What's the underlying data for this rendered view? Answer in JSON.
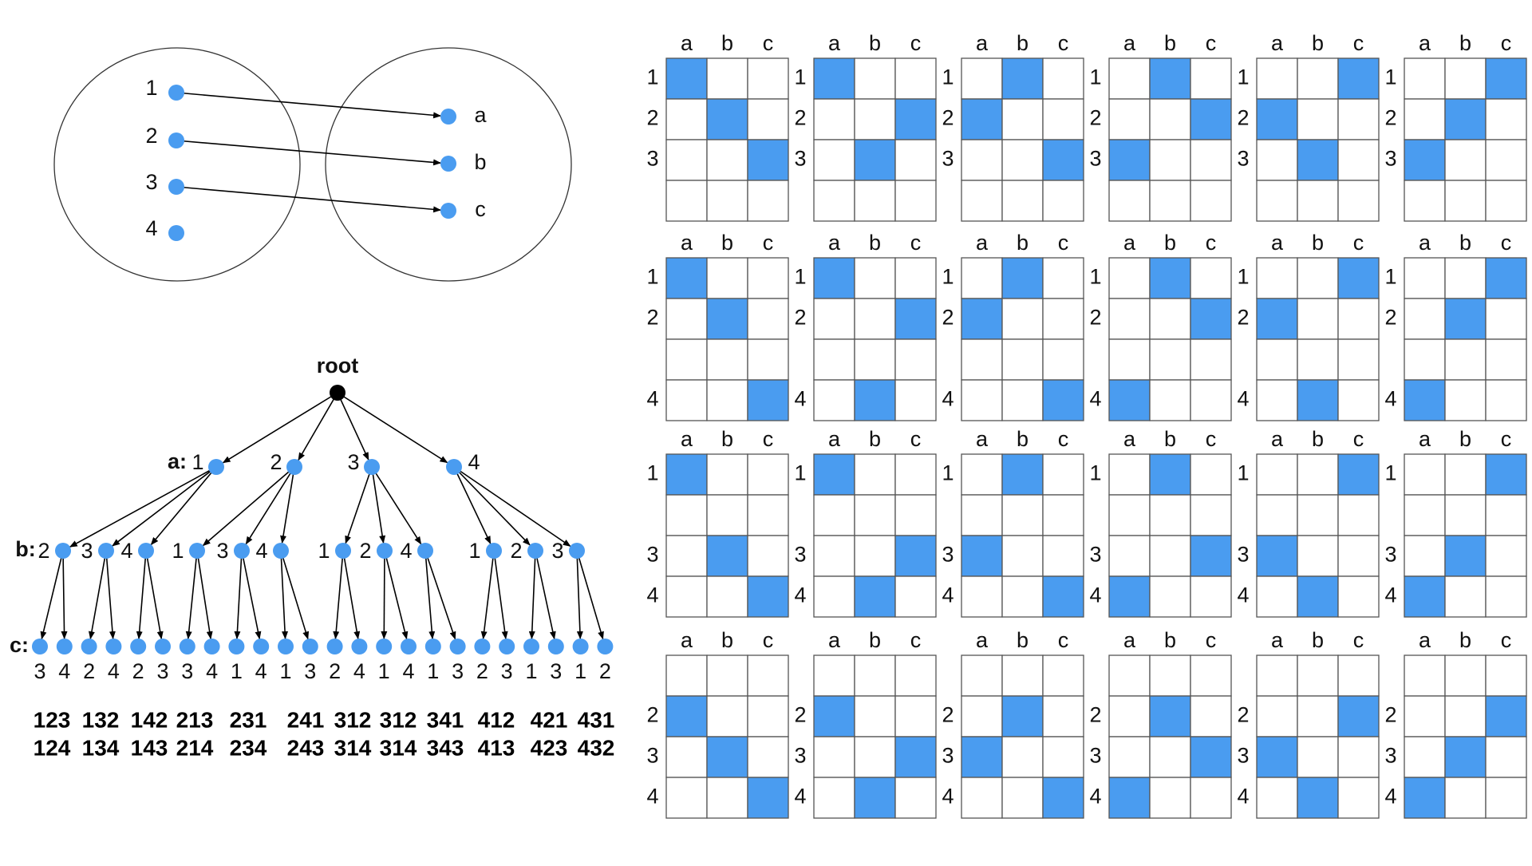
{
  "colors": {
    "node": "#4a9cf0",
    "fill": "#4a9cf0",
    "root": "#000000",
    "stroke": "#000000",
    "gridline": "#555555"
  },
  "mapping": {
    "domain": [
      "1",
      "2",
      "3",
      "4"
    ],
    "codomain": [
      "a",
      "b",
      "c"
    ],
    "arrows": [
      [
        "1",
        "a"
      ],
      [
        "2",
        "b"
      ],
      [
        "3",
        "c"
      ]
    ]
  },
  "tree": {
    "root_label": "root",
    "level_labels": [
      "a:",
      "b:",
      "c:"
    ],
    "level1": [
      "1",
      "2",
      "3",
      "4"
    ],
    "level2": [
      [
        "2",
        "3",
        "4"
      ],
      [
        "1",
        "3",
        "4"
      ],
      [
        "1",
        "2",
        "4"
      ],
      [
        "1",
        "2",
        "3"
      ]
    ],
    "level3": [
      [
        [
          "3",
          "4"
        ],
        [
          "2",
          "4"
        ],
        [
          "2",
          "3"
        ]
      ],
      [
        [
          "3",
          "4"
        ],
        [
          "1",
          "4"
        ],
        [
          "1",
          "3"
        ]
      ],
      [
        [
          "2",
          "4"
        ],
        [
          "1",
          "4"
        ],
        [
          "1",
          "3"
        ]
      ],
      [
        [
          "2",
          "3"
        ],
        [
          "1",
          "3"
        ],
        [
          "1",
          "2"
        ]
      ]
    ],
    "permutations": [
      [
        "123",
        "124"
      ],
      [
        "132",
        "134"
      ],
      [
        "142",
        "143"
      ],
      [
        "213",
        "214"
      ],
      [
        "231",
        "234"
      ],
      [
        "241",
        "243"
      ],
      [
        "312",
        "314"
      ],
      [
        "312",
        "314"
      ],
      [
        "341",
        "343"
      ],
      [
        "412",
        "413"
      ],
      [
        "421",
        "423"
      ],
      [
        "431",
        "432"
      ]
    ]
  },
  "grids": {
    "column_labels": [
      "a",
      "b",
      "c"
    ],
    "row_labels": [
      "1",
      "2",
      "3",
      "4"
    ],
    "row_sets": [
      [
        "1",
        "2",
        "3"
      ],
      [
        "1",
        "2",
        "4"
      ],
      [
        "1",
        "3",
        "4"
      ],
      [
        "2",
        "3",
        "4"
      ]
    ],
    "column_orders": [
      [
        "a",
        "b",
        "c"
      ],
      [
        "a",
        "c",
        "b"
      ],
      [
        "b",
        "a",
        "c"
      ],
      [
        "b",
        "c",
        "a"
      ],
      [
        "c",
        "a",
        "b"
      ],
      [
        "c",
        "b",
        "a"
      ]
    ]
  }
}
